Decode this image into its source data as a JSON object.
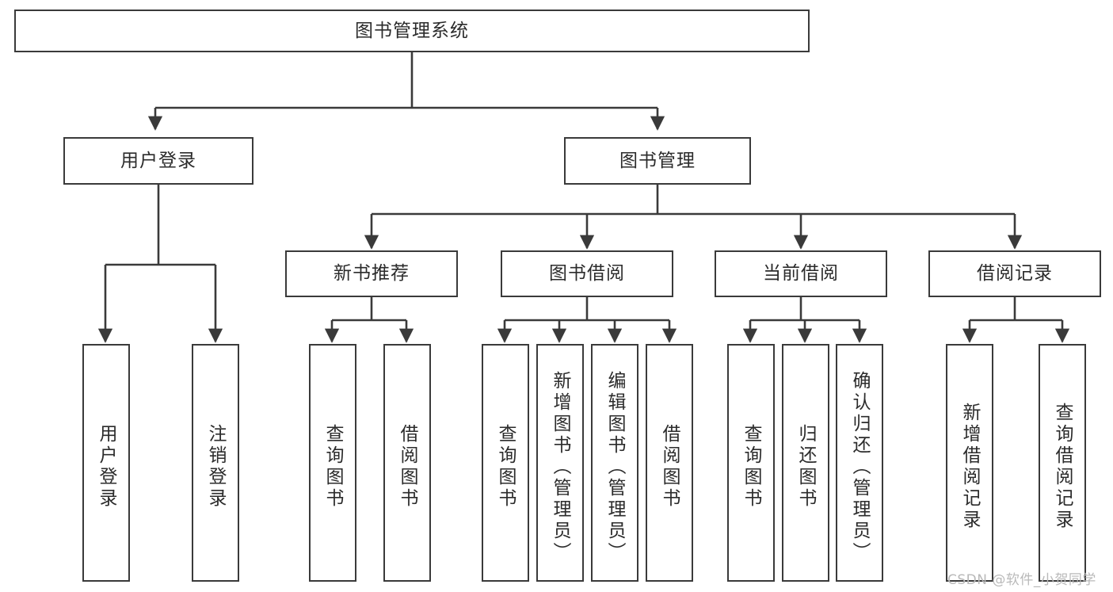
{
  "diagram": {
    "title": "图书管理系统",
    "type": "tree-hierarchy",
    "nodes": {
      "root": {
        "label": "图书管理系统"
      },
      "user_login": {
        "label": "用户登录"
      },
      "book_manage": {
        "label": "图书管理"
      },
      "new_book_rec": {
        "label": "新书推荐"
      },
      "book_borrow": {
        "label": "图书借阅"
      },
      "current_borrow": {
        "label": "当前借阅"
      },
      "borrow_record": {
        "label": "借阅记录"
      },
      "leaf_user_login": {
        "label": "用户登录"
      },
      "leaf_logout": {
        "label": "注销登录"
      },
      "leaf_query_book_1": {
        "label": "查询图书"
      },
      "leaf_borrow_book_1": {
        "label": "借阅图书"
      },
      "leaf_query_book_2": {
        "label": "查询图书"
      },
      "leaf_add_book": {
        "label": "新增图书（管理员）"
      },
      "leaf_edit_book": {
        "label": "编辑图书（管理员）"
      },
      "leaf_borrow_book_2": {
        "label": "借阅图书"
      },
      "leaf_query_book_3": {
        "label": "查询图书"
      },
      "leaf_return_book": {
        "label": "归还图书"
      },
      "leaf_confirm_return": {
        "label": "确认归还（管理员）"
      },
      "leaf_add_record": {
        "label": "新增借阅记录"
      },
      "leaf_query_record": {
        "label": "查询借阅记录"
      }
    },
    "colors": {
      "border": "#3a3a3a",
      "text": "#2b2b2b",
      "background": "#ffffff",
      "watermark": "#b9b9b9"
    }
  },
  "watermark": {
    "text": "CSDN @软件_小贺同学"
  }
}
